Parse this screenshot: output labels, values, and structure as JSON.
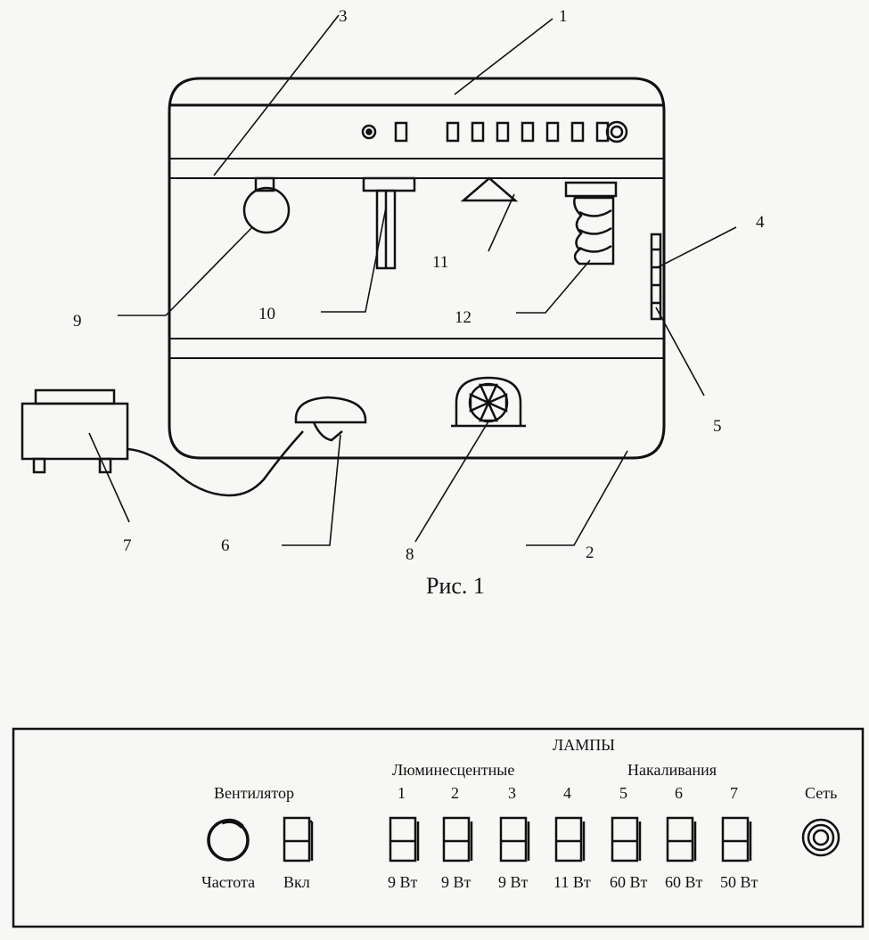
{
  "figure": {
    "caption": "Рис. 1",
    "callouts": [
      "1",
      "2",
      "3",
      "4",
      "5",
      "6",
      "7",
      "8",
      "9",
      "10",
      "11",
      "12"
    ]
  },
  "panel": {
    "lamps_title": "ЛАМПЫ",
    "group_fluorescent": "Люминесцентные",
    "group_incandescent": "Накаливания",
    "fan_title": "Вентилятор",
    "fan_knob_label": "Частота",
    "fan_switch_label": "Вкл",
    "mains_label": "Сеть",
    "lamps": [
      {
        "num": "1",
        "power": "9 Вт"
      },
      {
        "num": "2",
        "power": "9 Вт"
      },
      {
        "num": "3",
        "power": "9 Вт"
      },
      {
        "num": "4",
        "power": "11 Вт"
      },
      {
        "num": "5",
        "power": "60 Вт"
      },
      {
        "num": "6",
        "power": "60 Вт"
      },
      {
        "num": "7",
        "power": "50 Вт"
      }
    ]
  }
}
